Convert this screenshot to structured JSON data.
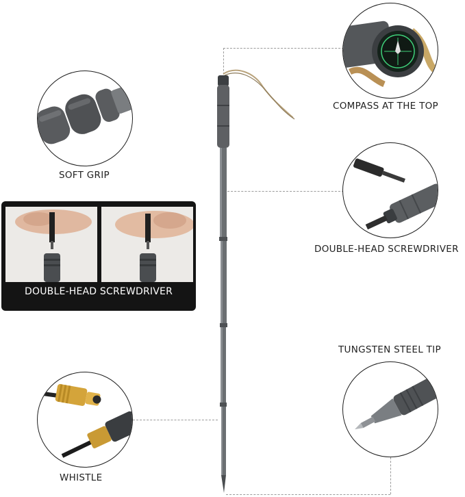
{
  "labels": {
    "compass": "COMPASS AT THE TOP",
    "soft_grip": "SOFT GRIP",
    "screwdriver_right": "DOUBLE-HEAD SCREWDRIVER",
    "screwdriver_banner": "DOUBLE-HEAD SCREWDRIVER",
    "tungsten_tip": "TUNGSTEN STEEL TIP",
    "whistle": "WHISTLE"
  },
  "colors": {
    "pole": "#6b6f72",
    "grip": "#5e6063",
    "banner_bg": "#141414",
    "cord": "#b9a37c",
    "brass": "#d4a43a",
    "compass_green": "#3fd17a"
  }
}
